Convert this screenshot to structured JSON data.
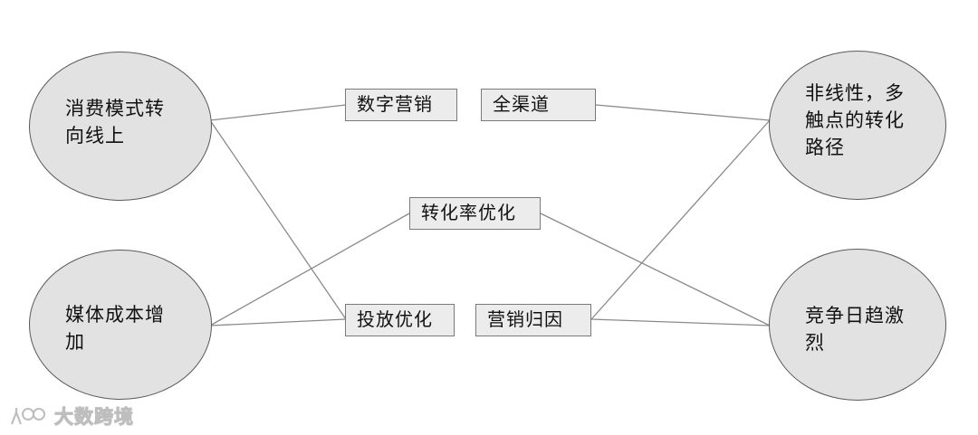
{
  "left_nodes": [
    {
      "id": "consumption",
      "lines": [
        "消费模式转",
        "向线上"
      ]
    },
    {
      "id": "media-cost",
      "lines": [
        "媒体成本增",
        "加"
      ]
    }
  ],
  "right_nodes": [
    {
      "id": "nonlinear",
      "lines": [
        "非线性，多",
        "触点的转化",
        "路径"
      ]
    },
    {
      "id": "competition",
      "lines": [
        "竞争日趋激",
        "烈"
      ]
    }
  ],
  "middle_boxes": {
    "digital_marketing": "数字营销",
    "omnichannel": "全渠道",
    "conversion_optimization": "转化率优化",
    "ad_optimization": "投放优化",
    "marketing_attribution": "营销归因"
  },
  "watermark": {
    "text": "大数跨境",
    "logo_icon": "dashuju-logo-icon"
  },
  "colors": {
    "circle_fill": "#e2e2e2",
    "circle_border": "#5a5a5a",
    "box_fill": "#ececec",
    "box_border": "#7a7a7a",
    "connector": "#8a8a8a"
  }
}
